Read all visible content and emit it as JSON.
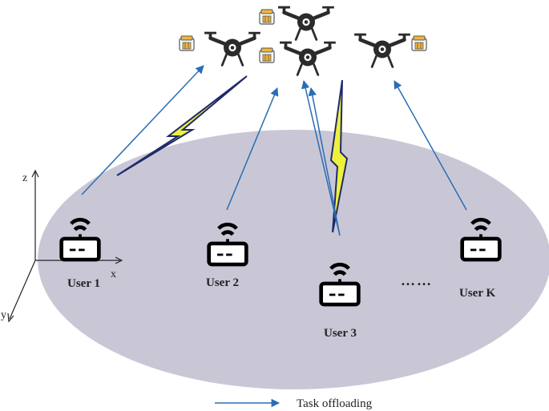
{
  "users": [
    {
      "label": "User 1"
    },
    {
      "label": "User 2"
    },
    {
      "label": "User 3"
    },
    {
      "label": "User K"
    }
  ],
  "ellipsis": "……",
  "axes": {
    "x": "x",
    "y": "y",
    "z": "z"
  },
  "legend": {
    "task_offloading": "Task offloading"
  },
  "colors": {
    "ground": "#c9c7d6",
    "arrow": "#2a6db3",
    "bolt_fill": "#eef13c",
    "bolt_stroke": "#1f2a6b",
    "drone": "#2b2b2b",
    "server_box": "#f2b63a"
  },
  "icons": [
    "drone-icon",
    "edge-server-icon",
    "router-icon",
    "lightning-icon"
  ]
}
